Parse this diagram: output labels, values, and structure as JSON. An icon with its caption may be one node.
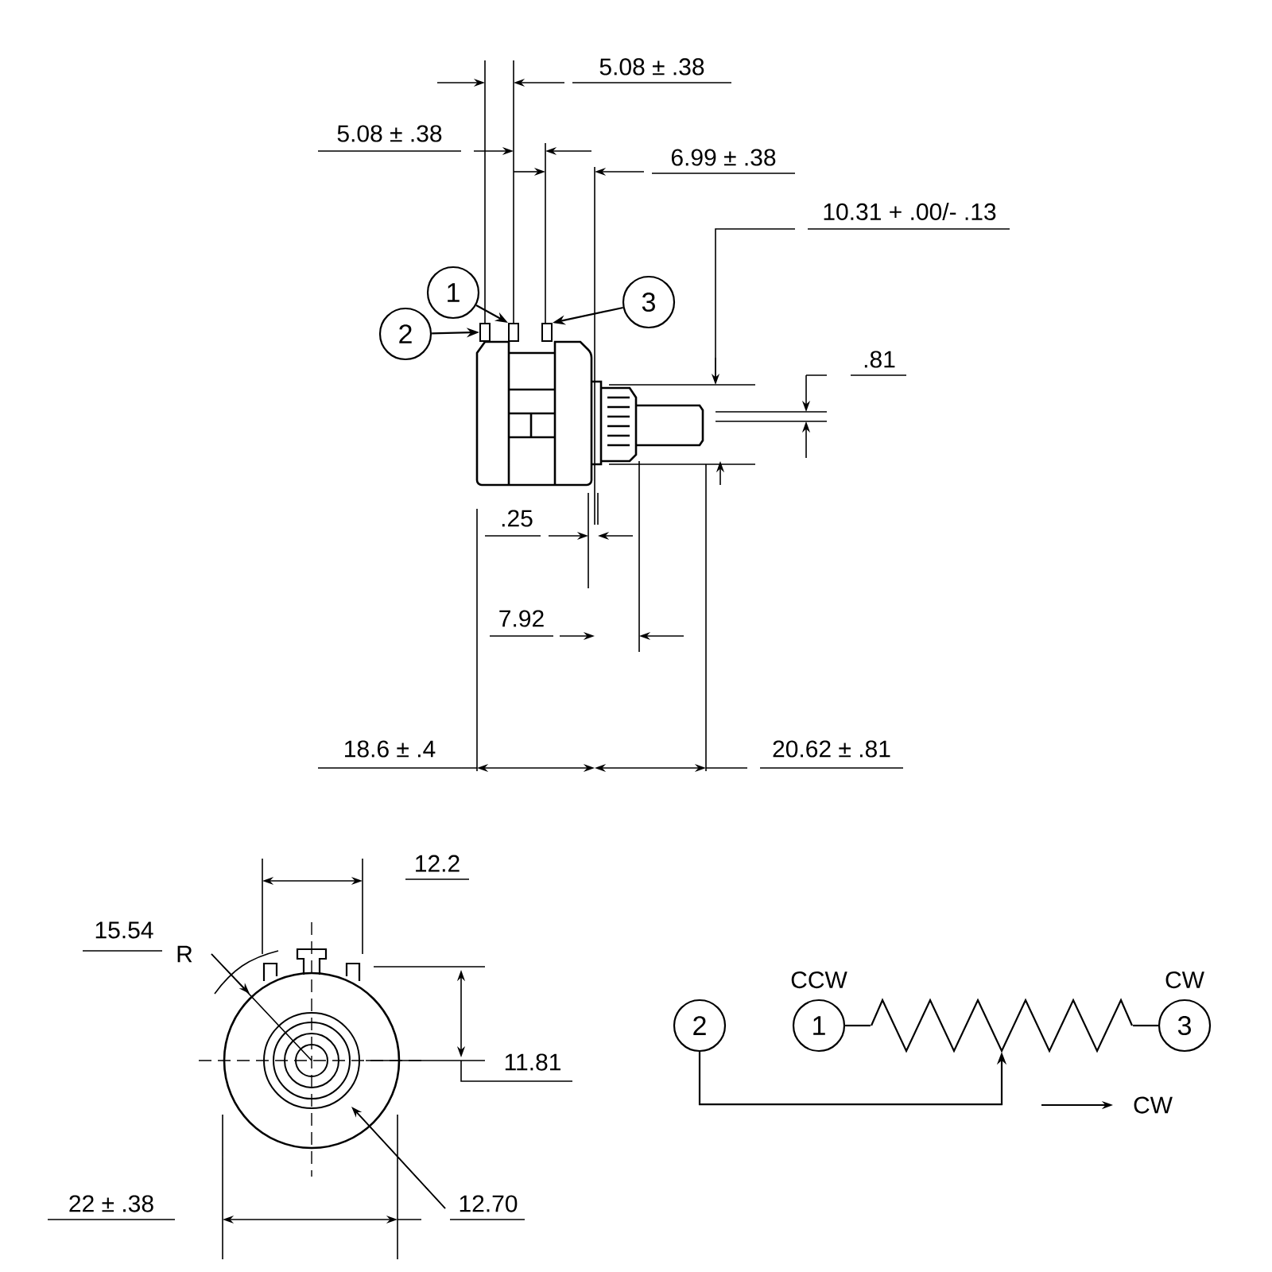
{
  "diagram": {
    "nodes": [
      {
        "text": [
          "1"
        ]
      },
      {
        "text": [
          "3"
        ]
      },
      {
        "text": [
          "2"
        ]
      },
      {
        "text": [],
        "shape": "box"
      },
      {
        "text": [],
        "shape": "box"
      },
      {
        "text": [],
        "shape": "box"
      },
      {
        "text": [
          "2"
        ]
      },
      {
        "text": [
          "1"
        ],
        "beside": [
          "CCW"
        ]
      },
      {
        "text": [],
        "shape": "zigzag"
      },
      {
        "text": [
          "3"
        ],
        "beside": [
          "CW"
        ]
      }
    ],
    "edges": [
      {
        "from": 0,
        "to": 4,
        "arrow": "to"
      },
      {
        "from": 1,
        "to": 5,
        "arrow": "to"
      },
      {
        "from": 2,
        "to": 3,
        "arrow": "to"
      },
      {
        "from": 7,
        "to": 8,
        "arrow": "none"
      },
      {
        "from": 8,
        "to": 9,
        "arrow": "none"
      },
      {
        "from": 6,
        "to": 8,
        "arrow": "to"
      }
    ],
    "labels": [
      "5.08 ± .38",
      "5.08 ± .38",
      "6.99 ± .38",
      "10.31 + .00/- .13",
      ".81",
      ".25",
      "7.92",
      "18.6 ± .4",
      "20.62 ± .81",
      "12.2",
      "15.54",
      "R",
      "11.81",
      "CW",
      "22 ± .38",
      "12.70"
    ]
  }
}
